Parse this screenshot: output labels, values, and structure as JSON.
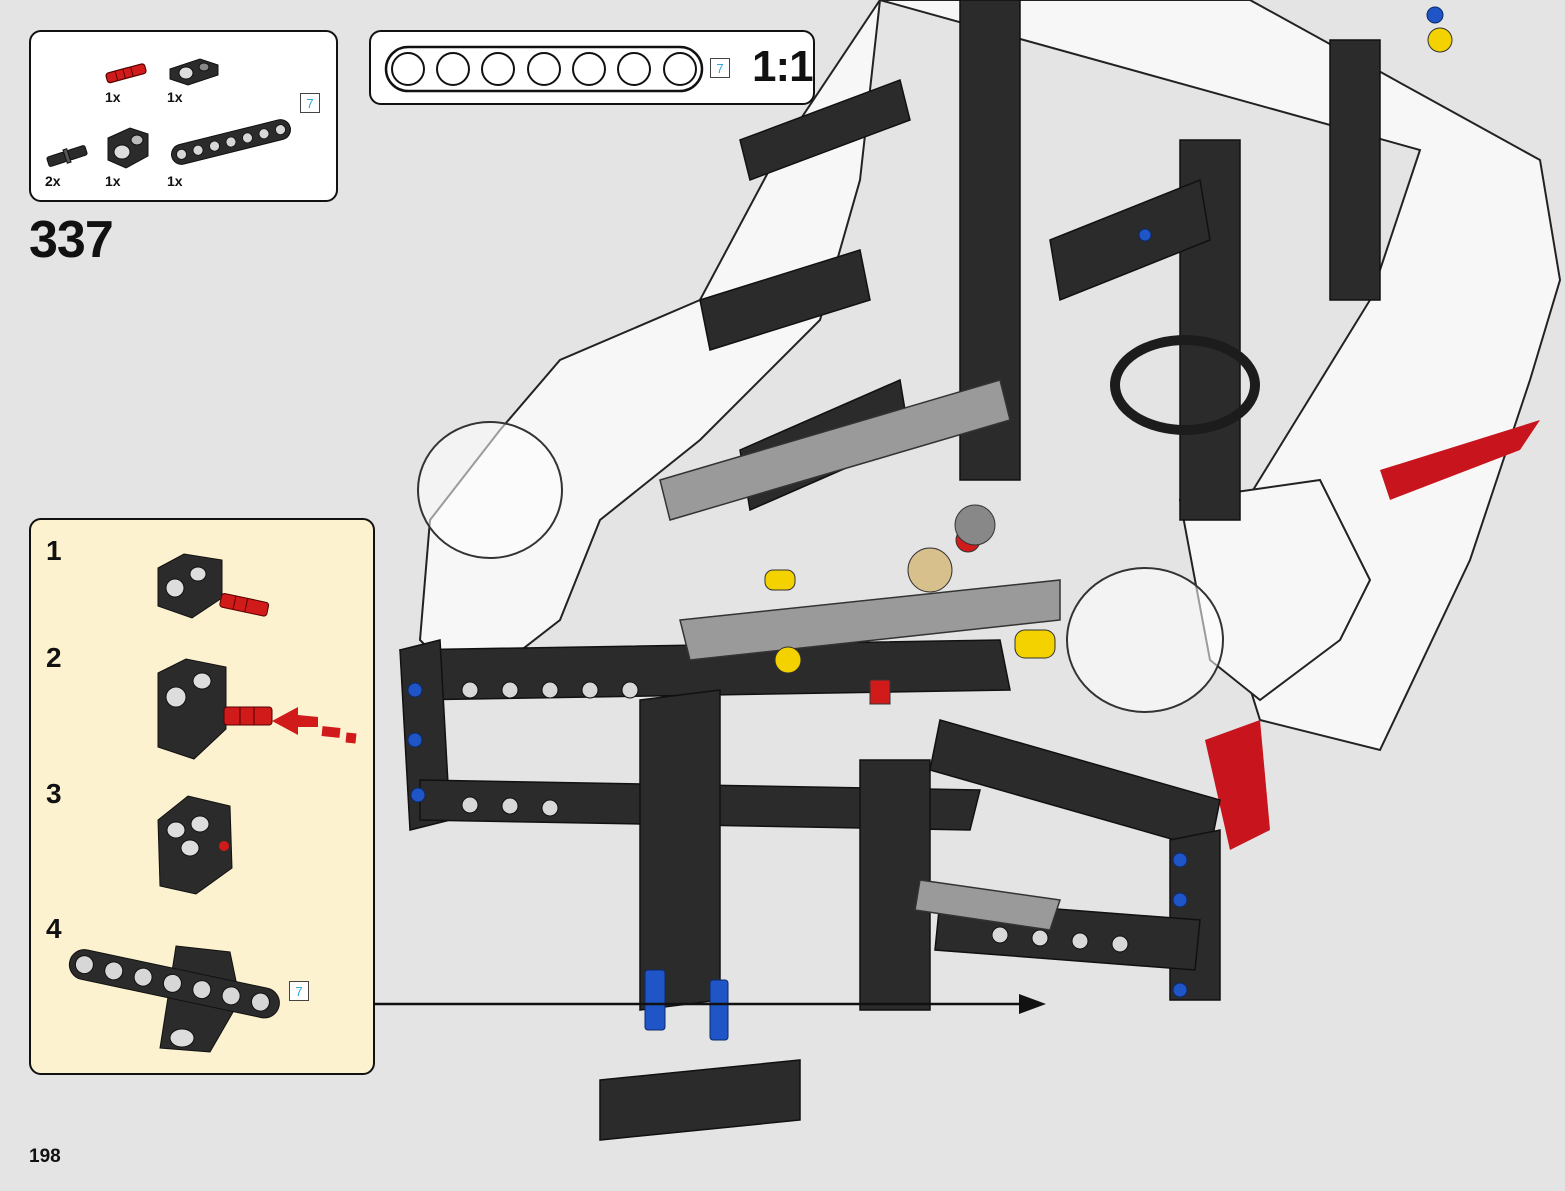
{
  "parts_list": [
    {
      "name": "axle-pin-red",
      "qty": "1x"
    },
    {
      "name": "connector-block",
      "qty": "1x"
    },
    {
      "name": "friction-pin-black",
      "qty": "2x"
    },
    {
      "name": "angle-connector",
      "qty": "1x"
    },
    {
      "name": "beam-7",
      "qty": "1x",
      "length": "7"
    }
  ],
  "scale": {
    "label": "1:1",
    "length": "7"
  },
  "step": {
    "number": "337"
  },
  "sub_steps": [
    {
      "number": "1"
    },
    {
      "number": "2"
    },
    {
      "number": "3"
    },
    {
      "number": "4",
      "length": "7"
    }
  ],
  "page": {
    "number": "198"
  },
  "colors": {
    "background": "#e4e4e4",
    "subassembly_bg": "#fdf2cf",
    "length_badge": "#2aa8d8",
    "accent_red": "#d11a1a",
    "dark_part": "#2b2b2b"
  }
}
